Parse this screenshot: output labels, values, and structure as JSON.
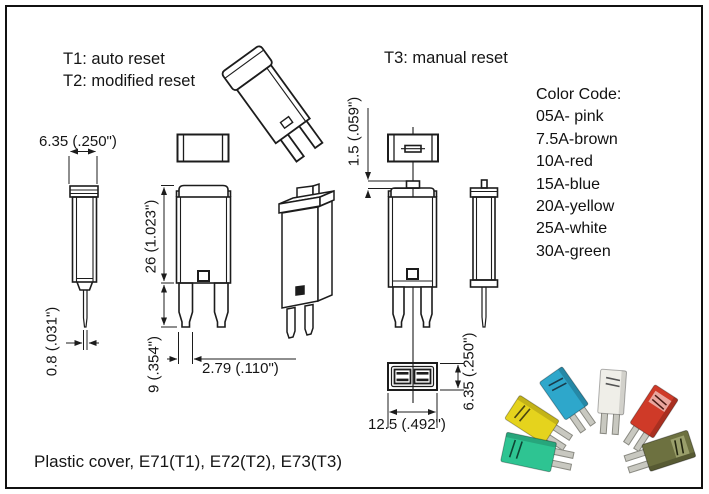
{
  "titles": {
    "t1": "T1: auto reset",
    "t2": "T2: modified reset",
    "t3": "T3: manual reset",
    "footer": "Plastic cover, E71(T1), E72(T2), E73(T3)"
  },
  "color_code": {
    "heading": "Color Code:",
    "entries": [
      "05A- pink",
      "7.5A-brown",
      "10A-red",
      "15A-blue",
      "20A-yellow",
      "25A-white",
      "30A-green"
    ]
  },
  "dimensions": {
    "t1_width": "6.35 (.250\")",
    "t1_body_height": "26 (1.023\")",
    "t1_blade_thickness": "0.8 (.031\")",
    "t1_blade_length": "9 (.354\")",
    "t1_blade_width": "2.79 (.110\")",
    "t3_button_height": "1.5 (.059\")",
    "t3_base_width": "12.5 (.492\")",
    "t3_base_depth": "6.35 (.250\")"
  },
  "photo": {
    "fuses": [
      {
        "label": "blue fuse",
        "color": "#2ea7cb"
      },
      {
        "label": "white fuse",
        "color": "#efeee8"
      },
      {
        "label": "red fuse",
        "color": "#cf3a28"
      },
      {
        "label": "yellow fuse",
        "color": "#e5d31d"
      },
      {
        "label": "teal fuse",
        "color": "#2ec492"
      },
      {
        "label": "olive fuse",
        "color": "#6d7140"
      }
    ]
  }
}
